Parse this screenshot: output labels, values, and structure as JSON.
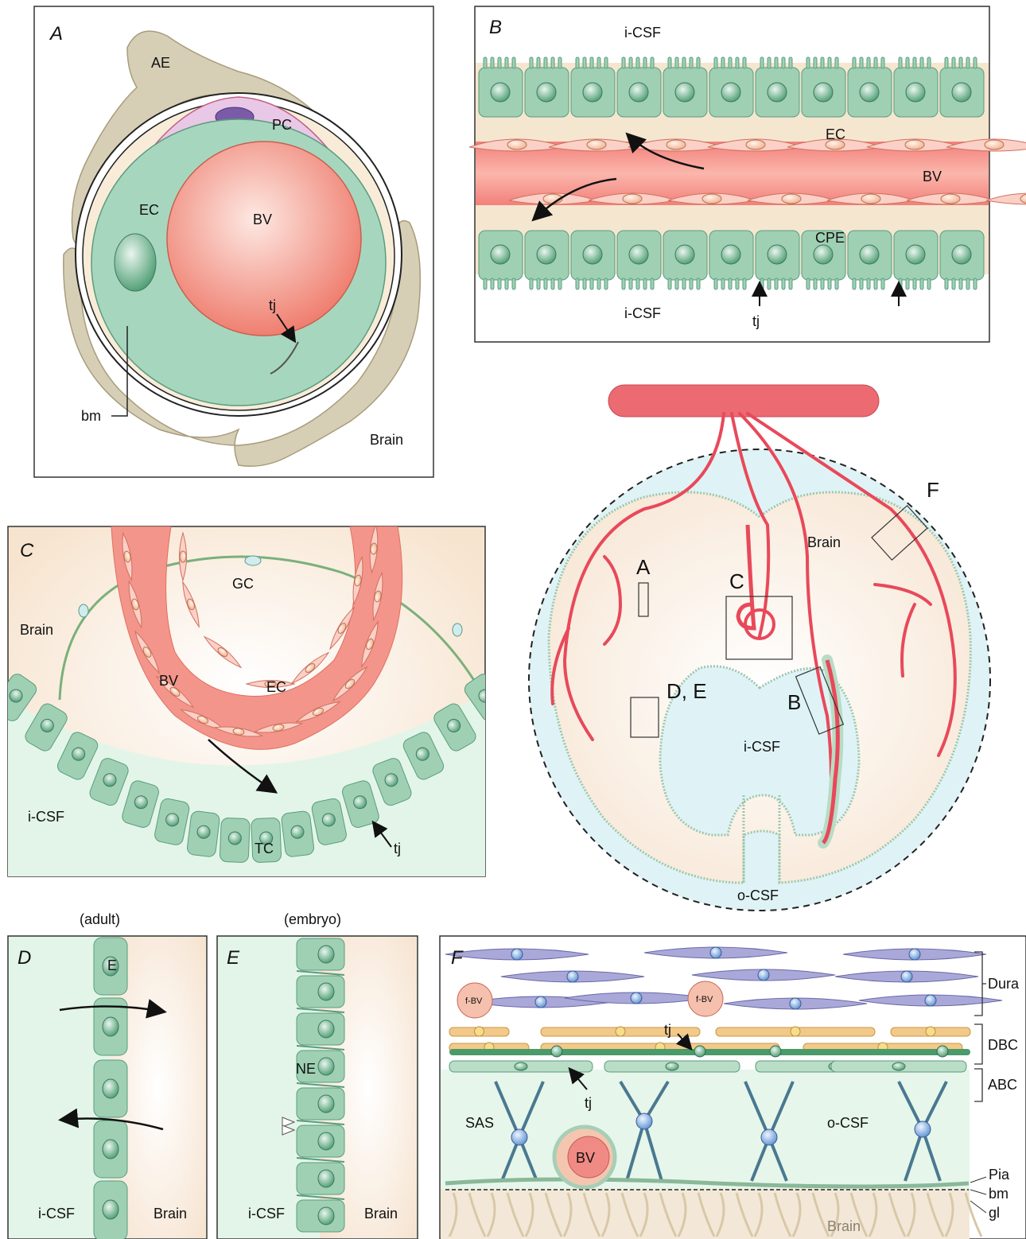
{
  "panels": {
    "A": {
      "letter": "A",
      "labels": {
        "ae": "AE",
        "pc": "PC",
        "ec": "EC",
        "bv": "BV",
        "tj": "tj",
        "bm": "bm",
        "brain": "Brain"
      }
    },
    "B": {
      "letter": "B",
      "labels": {
        "icsf_top": "i-CSF",
        "ec": "EC",
        "bv": "BV",
        "cpe": "CPE",
        "icsf_bottom": "i-CSF",
        "tj": "tj"
      }
    },
    "C": {
      "letter": "C",
      "labels": {
        "gc": "GC",
        "brain": "Brain",
        "bv": "BV",
        "ec": "EC",
        "icsf": "i-CSF",
        "tc": "TC",
        "tj": "tj"
      }
    },
    "overview": {
      "labels": {
        "a": "A",
        "b": "B",
        "c": "C",
        "de": "D, E",
        "f": "F",
        "brain": "Brain",
        "icsf": "i-CSF",
        "ocsf": "o-CSF"
      }
    },
    "D": {
      "letter": "D",
      "title": "(adult)",
      "labels": {
        "e": "E",
        "icsf": "i-CSF",
        "brain": "Brain"
      }
    },
    "E": {
      "letter": "E",
      "title": "(embryo)",
      "labels": {
        "ne": "NE",
        "icsf": "i-CSF",
        "brain": "Brain"
      }
    },
    "F": {
      "letter": "F",
      "labels": {
        "fbv1": "f-BV",
        "fbv2": "f-BV",
        "tj_top": "tj",
        "tj_bottom": "tj",
        "sas": "SAS",
        "ocsf": "o-CSF",
        "bv": "BV",
        "brain": "Brain",
        "dura": "Dura",
        "dbc": "DBC",
        "abc": "ABC",
        "pia": "Pia",
        "bm": "bm",
        "gl": "gl"
      }
    }
  },
  "colors": {
    "epithelium": "#9fd0b4",
    "blood": "#f08080",
    "brain_tissue": "#f8e6d2",
    "csf": "#e3f5e8",
    "dura": "#a9a8d8",
    "dbc": "#f3c98a"
  }
}
